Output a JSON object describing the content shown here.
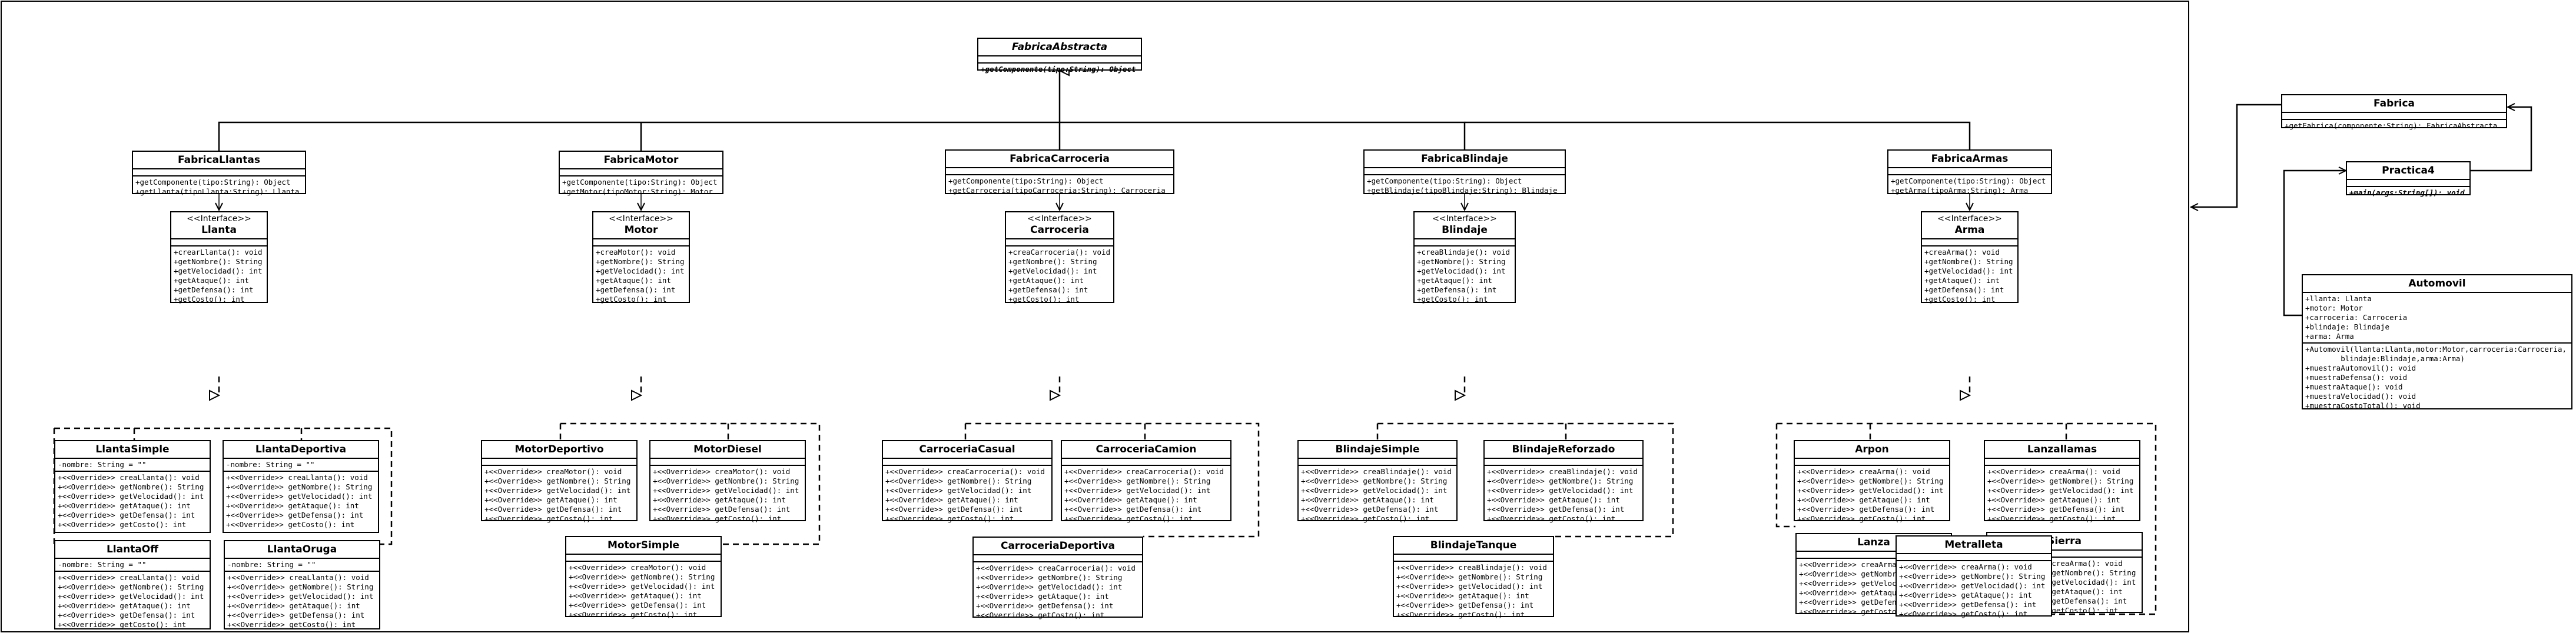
{
  "classes": {
    "fabricaAbstracta": {
      "name": "FabricaAbstracta",
      "methods": [
        "+getComponente(tipo:String): Object"
      ]
    },
    "fabricaLlantas": {
      "name": "FabricaLlantas",
      "methods": [
        "+getComponente(tipo:String): Object",
        "+getLlanta(tipoLlanta:String): Llanta"
      ]
    },
    "fabricaMotor": {
      "name": "FabricaMotor",
      "methods": [
        "+getComponente(tipo:String): Object",
        "+getMotor(tipoMotor:String): Motor"
      ]
    },
    "fabricaCarroceria": {
      "name": "FabricaCarroceria",
      "methods": [
        "+getComponente(tipo:String): Object",
        "+getCarroceria(tipoCarroceria:String): Carroceria"
      ]
    },
    "fabricaBlindaje": {
      "name": "FabricaBlindaje",
      "methods": [
        "+getComponente(tipo:String): Object",
        "+getBlindaje(tipoBlindaje:String): Blindaje"
      ]
    },
    "fabricaArmas": {
      "name": "FabricaArmas",
      "methods": [
        "+getComponente(tipo:String): Object",
        "+getArma(tipoArma:String): Arma"
      ]
    },
    "llanta": {
      "stereotype": "<<Interface>>",
      "name": "Llanta",
      "methods": [
        "+crearLlanta(): void",
        "+getNombre(): String",
        "+getVelocidad(): int",
        "+getAtaque(): int",
        "+getDefensa(): int",
        "+getCosto(): int"
      ]
    },
    "motor": {
      "stereotype": "<<Interface>>",
      "name": "Motor",
      "methods": [
        "+creaMotor(): void",
        "+getNombre(): String",
        "+getVelocidad(): int",
        "+getAtaque(): int",
        "+getDefensa(): int",
        "+getCosto(): int"
      ]
    },
    "carroceria": {
      "stereotype": "<<Interface>>",
      "name": "Carroceria",
      "methods": [
        "+creaCarroceria(): void",
        "+getNombre(): String",
        "+getVelocidad(): int",
        "+getAtaque(): int",
        "+getDefensa(): int",
        "+getCosto(): int"
      ]
    },
    "blindaje": {
      "stereotype": "<<Interface>>",
      "name": "Blindaje",
      "methods": [
        "+creaBlindaje(): void",
        "+getNombre(): String",
        "+getVelocidad(): int",
        "+getAtaque(): int",
        "+getDefensa(): int",
        "+getCosto(): int"
      ]
    },
    "arma": {
      "stereotype": "<<Interface>>",
      "name": "Arma",
      "methods": [
        "+creaArma(): void",
        "+getNombre(): String",
        "+getVelocidad(): int",
        "+getAtaque(): int",
        "+getDefensa(): int",
        "+getCosto(): int"
      ]
    },
    "llantaSimple": {
      "name": "LlantaSimple",
      "fields": [
        "-nombre: String = \"\""
      ],
      "methods": [
        "+<<Override>> creaLlanta(): void",
        "+<<Override>> getNombre(): String",
        "+<<Override>> getVelocidad(): int",
        "+<<Override>> getAtaque(): int",
        "+<<Override>> getDefensa(): int",
        "+<<Override>> getCosto(): int"
      ]
    },
    "llantaDeportiva": {
      "name": "LlantaDeportiva",
      "fields": [
        "-nombre: String = \"\""
      ],
      "methods": [
        "+<<Override>> creaLlanta(): void",
        "+<<Override>> getNombre(): String",
        "+<<Override>> getVelocidad(): int",
        "+<<Override>> getAtaque(): int",
        "+<<Override>> getDefensa(): int",
        "+<<Override>> getCosto(): int"
      ]
    },
    "llantaOff": {
      "name": "LlantaOff",
      "fields": [
        "-nombre: String = \"\""
      ],
      "methods": [
        "+<<Override>> creaLlanta(): void",
        "+<<Override>> getNombre(): String",
        "+<<Override>> getVelocidad(): int",
        "+<<Override>> getAtaque(): int",
        "+<<Override>> getDefensa(): int",
        "+<<Override>> getCosto(): int"
      ]
    },
    "llantaOruga": {
      "name": "LlantaOruga",
      "fields": [
        "-nombre: String = \"\""
      ],
      "methods": [
        "+<<Override>> creaLlanta(): void",
        "+<<Override>> getNombre(): String",
        "+<<Override>> getVelocidad(): int",
        "+<<Override>> getAtaque(): int",
        "+<<Override>> getDefensa(): int",
        "+<<Override>> getCosto(): int"
      ]
    },
    "motorDeportivo": {
      "name": "MotorDeportivo",
      "methods": [
        "+<<Override>> creaMotor(): void",
        "+<<Override>> getNombre(): String",
        "+<<Override>> getVelocidad(): int",
        "+<<Override>> getAtaque(): int",
        "+<<Override>> getDefensa(): int",
        "+<<Override>> getCosto(): int"
      ]
    },
    "motorDiesel": {
      "name": "MotorDiesel",
      "methods": [
        "+<<Override>> creaMotor(): void",
        "+<<Override>> getNombre(): String",
        "+<<Override>> getVelocidad(): int",
        "+<<Override>> getAtaque(): int",
        "+<<Override>> getDefensa(): int",
        "+<<Override>> getCosto(): int"
      ]
    },
    "motorSimple": {
      "name": "MotorSimple",
      "methods": [
        "+<<Override>> creaMotor(): void",
        "+<<Override>> getNombre(): String",
        "+<<Override>> getVelocidad(): int",
        "+<<Override>> getAtaque(): int",
        "+<<Override>> getDefensa(): int",
        "+<<Override>> getCosto(): int"
      ]
    },
    "carroceriaCasual": {
      "name": "CarroceriaCasual",
      "methods": [
        "+<<Override>> creaCarroceria(): void",
        "+<<Override>> getNombre(): String",
        "+<<Override>> getVelocidad(): int",
        "+<<Override>> getAtaque(): int",
        "+<<Override>> getDefensa(): int",
        "+<<Override>> getCosto(): int"
      ]
    },
    "carroceriaCamion": {
      "name": "CarroceriaCamion",
      "methods": [
        "+<<Override>> creaCarroceria(): void",
        "+<<Override>> getNombre(): String",
        "+<<Override>> getVelocidad(): int",
        "+<<Override>> getAtaque(): int",
        "+<<Override>> getDefensa(): int",
        "+<<Override>> getCosto(): int"
      ]
    },
    "carroceriaDeportiva": {
      "name": "CarroceriaDeportiva",
      "methods": [
        "+<<Override>> creaCarroceria(): void",
        "+<<Override>> getNombre(): String",
        "+<<Override>> getVelocidad(): int",
        "+<<Override>> getAtaque(): int",
        "+<<Override>> getDefensa(): int",
        "+<<Override>> getCosto(): int"
      ]
    },
    "blindajeSimple": {
      "name": "BlindajeSimple",
      "methods": [
        "+<<Override>> creaBlindaje(): void",
        "+<<Override>> getNombre(): String",
        "+<<Override>> getVelocidad(): int",
        "+<<Override>> getAtaque(): int",
        "+<<Override>> getDefensa(): int",
        "+<<Override>> getCosto(): int"
      ]
    },
    "blindajeReforzado": {
      "name": "BlindajeReforzado",
      "methods": [
        "+<<Override>> creaBlindaje(): void",
        "+<<Override>> getNombre(): String",
        "+<<Override>> getVelocidad(): int",
        "+<<Override>> getAtaque(): int",
        "+<<Override>> getDefensa(): int",
        "+<<Override>> getCosto(): int"
      ]
    },
    "blindajeTanque": {
      "name": "BlindajeTanque",
      "methods": [
        "+<<Override>> creaBlindaje(): void",
        "+<<Override>> getNombre(): String",
        "+<<Override>> getVelocidad(): int",
        "+<<Override>> getAtaque(): int",
        "+<<Override>> getDefensa(): int",
        "+<<Override>> getCosto(): int"
      ]
    },
    "arpon": {
      "name": "Arpon",
      "methods": [
        "+<<Override>> creaArma(): void",
        "+<<Override>> getNombre(): String",
        "+<<Override>> getVelocidad(): int",
        "+<<Override>> getAtaque(): int",
        "+<<Override>> getDefensa(): int",
        "+<<Override>> getCosto(): int"
      ]
    },
    "lanzallamas": {
      "name": "Lanzallamas",
      "methods": [
        "+<<Override>> creaArma(): void",
        "+<<Override>> getNombre(): String",
        "+<<Override>> getVelocidad(): int",
        "+<<Override>> getAtaque(): int",
        "+<<Override>> getDefensa(): int",
        "+<<Override>> getCosto(): int"
      ]
    },
    "lanza": {
      "name": "Lanza",
      "methods": [
        "+<<Override>> creaArma(): void",
        "+<<Override>> getNombre(): String",
        "+<<Override>> getVelocidad(): int",
        "+<<Override>> getAtaque(): int",
        "+<<Override>> getDefensa(): int",
        "+<<Override>> getCosto(): int"
      ]
    },
    "sierra": {
      "name": "Sierra",
      "methods": [
        "+<<Override>> creaArma(): void",
        "+<<Override>> getNombre(): String",
        "+<<Override>> getVelocidad(): int",
        "+<<Override>> getAtaque(): int",
        "+<<Override>> getDefensa(): int",
        "+<<Override>> getCosto(): int"
      ]
    },
    "metralleta": {
      "name": "Metralleta",
      "methods": [
        "+<<Override>> creaArma(): void",
        "+<<Override>> getNombre(): String",
        "+<<Override>> getVelocidad(): int",
        "+<<Override>> getAtaque(): int",
        "+<<Override>> getDefensa(): int",
        "+<<Override>> getCosto(): int"
      ]
    },
    "fabrica": {
      "name": "Fabrica",
      "methods": [
        "+getFabrica(componente:String): FabricaAbstracta"
      ]
    },
    "practica4": {
      "name": "Practica4",
      "methods": [
        "+main(args:String[]): void"
      ]
    },
    "automovil": {
      "name": "Automovil",
      "fields": [
        "+llanta: Llanta",
        "+motor: Motor",
        "+carroceria: Carroceria",
        "+blindaje: Blindaje",
        "+arma: Arma"
      ],
      "methods": [
        "+Automovil(llanta:Llanta,motor:Motor,carroceria:Carroceria,",
        "        blindaje:Blindaje,arma:Arma)",
        "+muestraAutomovil(): void",
        "+muestraDefensa(): void",
        "+muestraAtaque(): void",
        "+muestraVelocidad(): void",
        "+muestraCostoTotal(): void"
      ]
    }
  }
}
